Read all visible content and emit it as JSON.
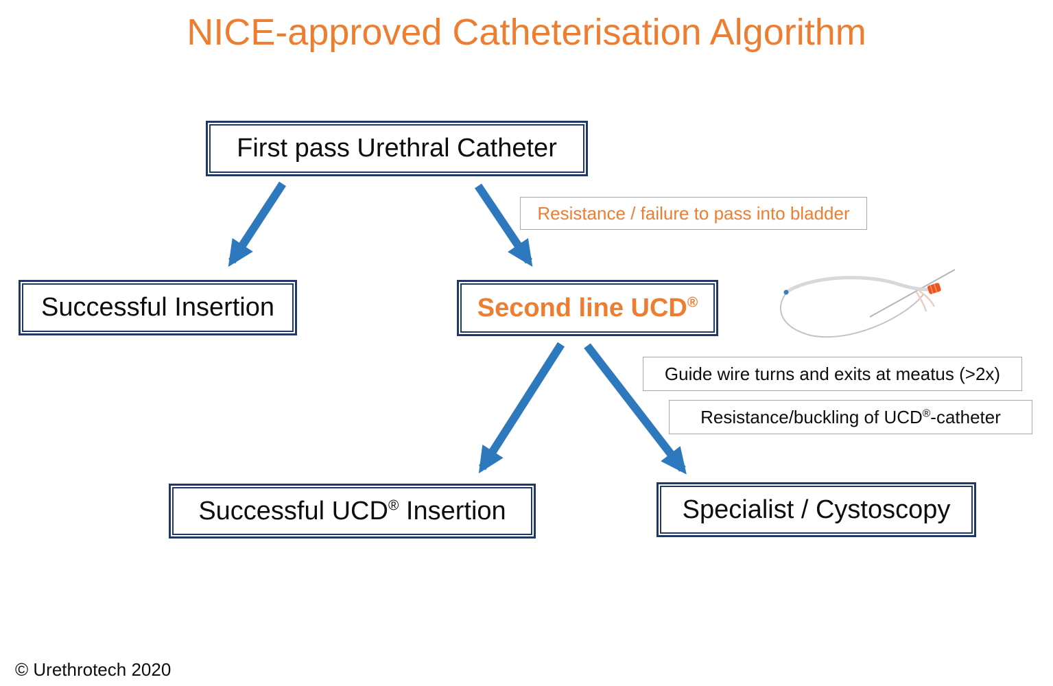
{
  "page": {
    "title": "NICE-approved Catheterisation Algorithm",
    "footer": "© Urethrotech 2020"
  },
  "colors": {
    "orange": "#ED7D31",
    "navy": "#1F3864",
    "arrow_blue": "#2E79BD",
    "label_border": "#A6A6A6"
  },
  "nodes": {
    "first_pass": {
      "label": "First pass Urethral Catheter"
    },
    "successful_insertion": {
      "label": "Successful Insertion"
    },
    "second_line": {
      "pre": "Second line UCD",
      "sup": "®"
    },
    "successful_ucd": {
      "pre": "Successful UCD",
      "sup": "®",
      "post": " Insertion"
    },
    "specialist": {
      "label": "Specialist / Cystoscopy"
    }
  },
  "annotations": {
    "resistance_bladder": {
      "label": "Resistance / failure to pass into bladder"
    },
    "guide_wire": {
      "label": "Guide wire turns and exits at meatus (>2x)"
    },
    "buckling": {
      "pre": "Resistance/buckling of UCD",
      "sup": "®",
      "post": "-catheter"
    }
  },
  "figure": {
    "name": "UCD catheter with guide wire loop"
  }
}
